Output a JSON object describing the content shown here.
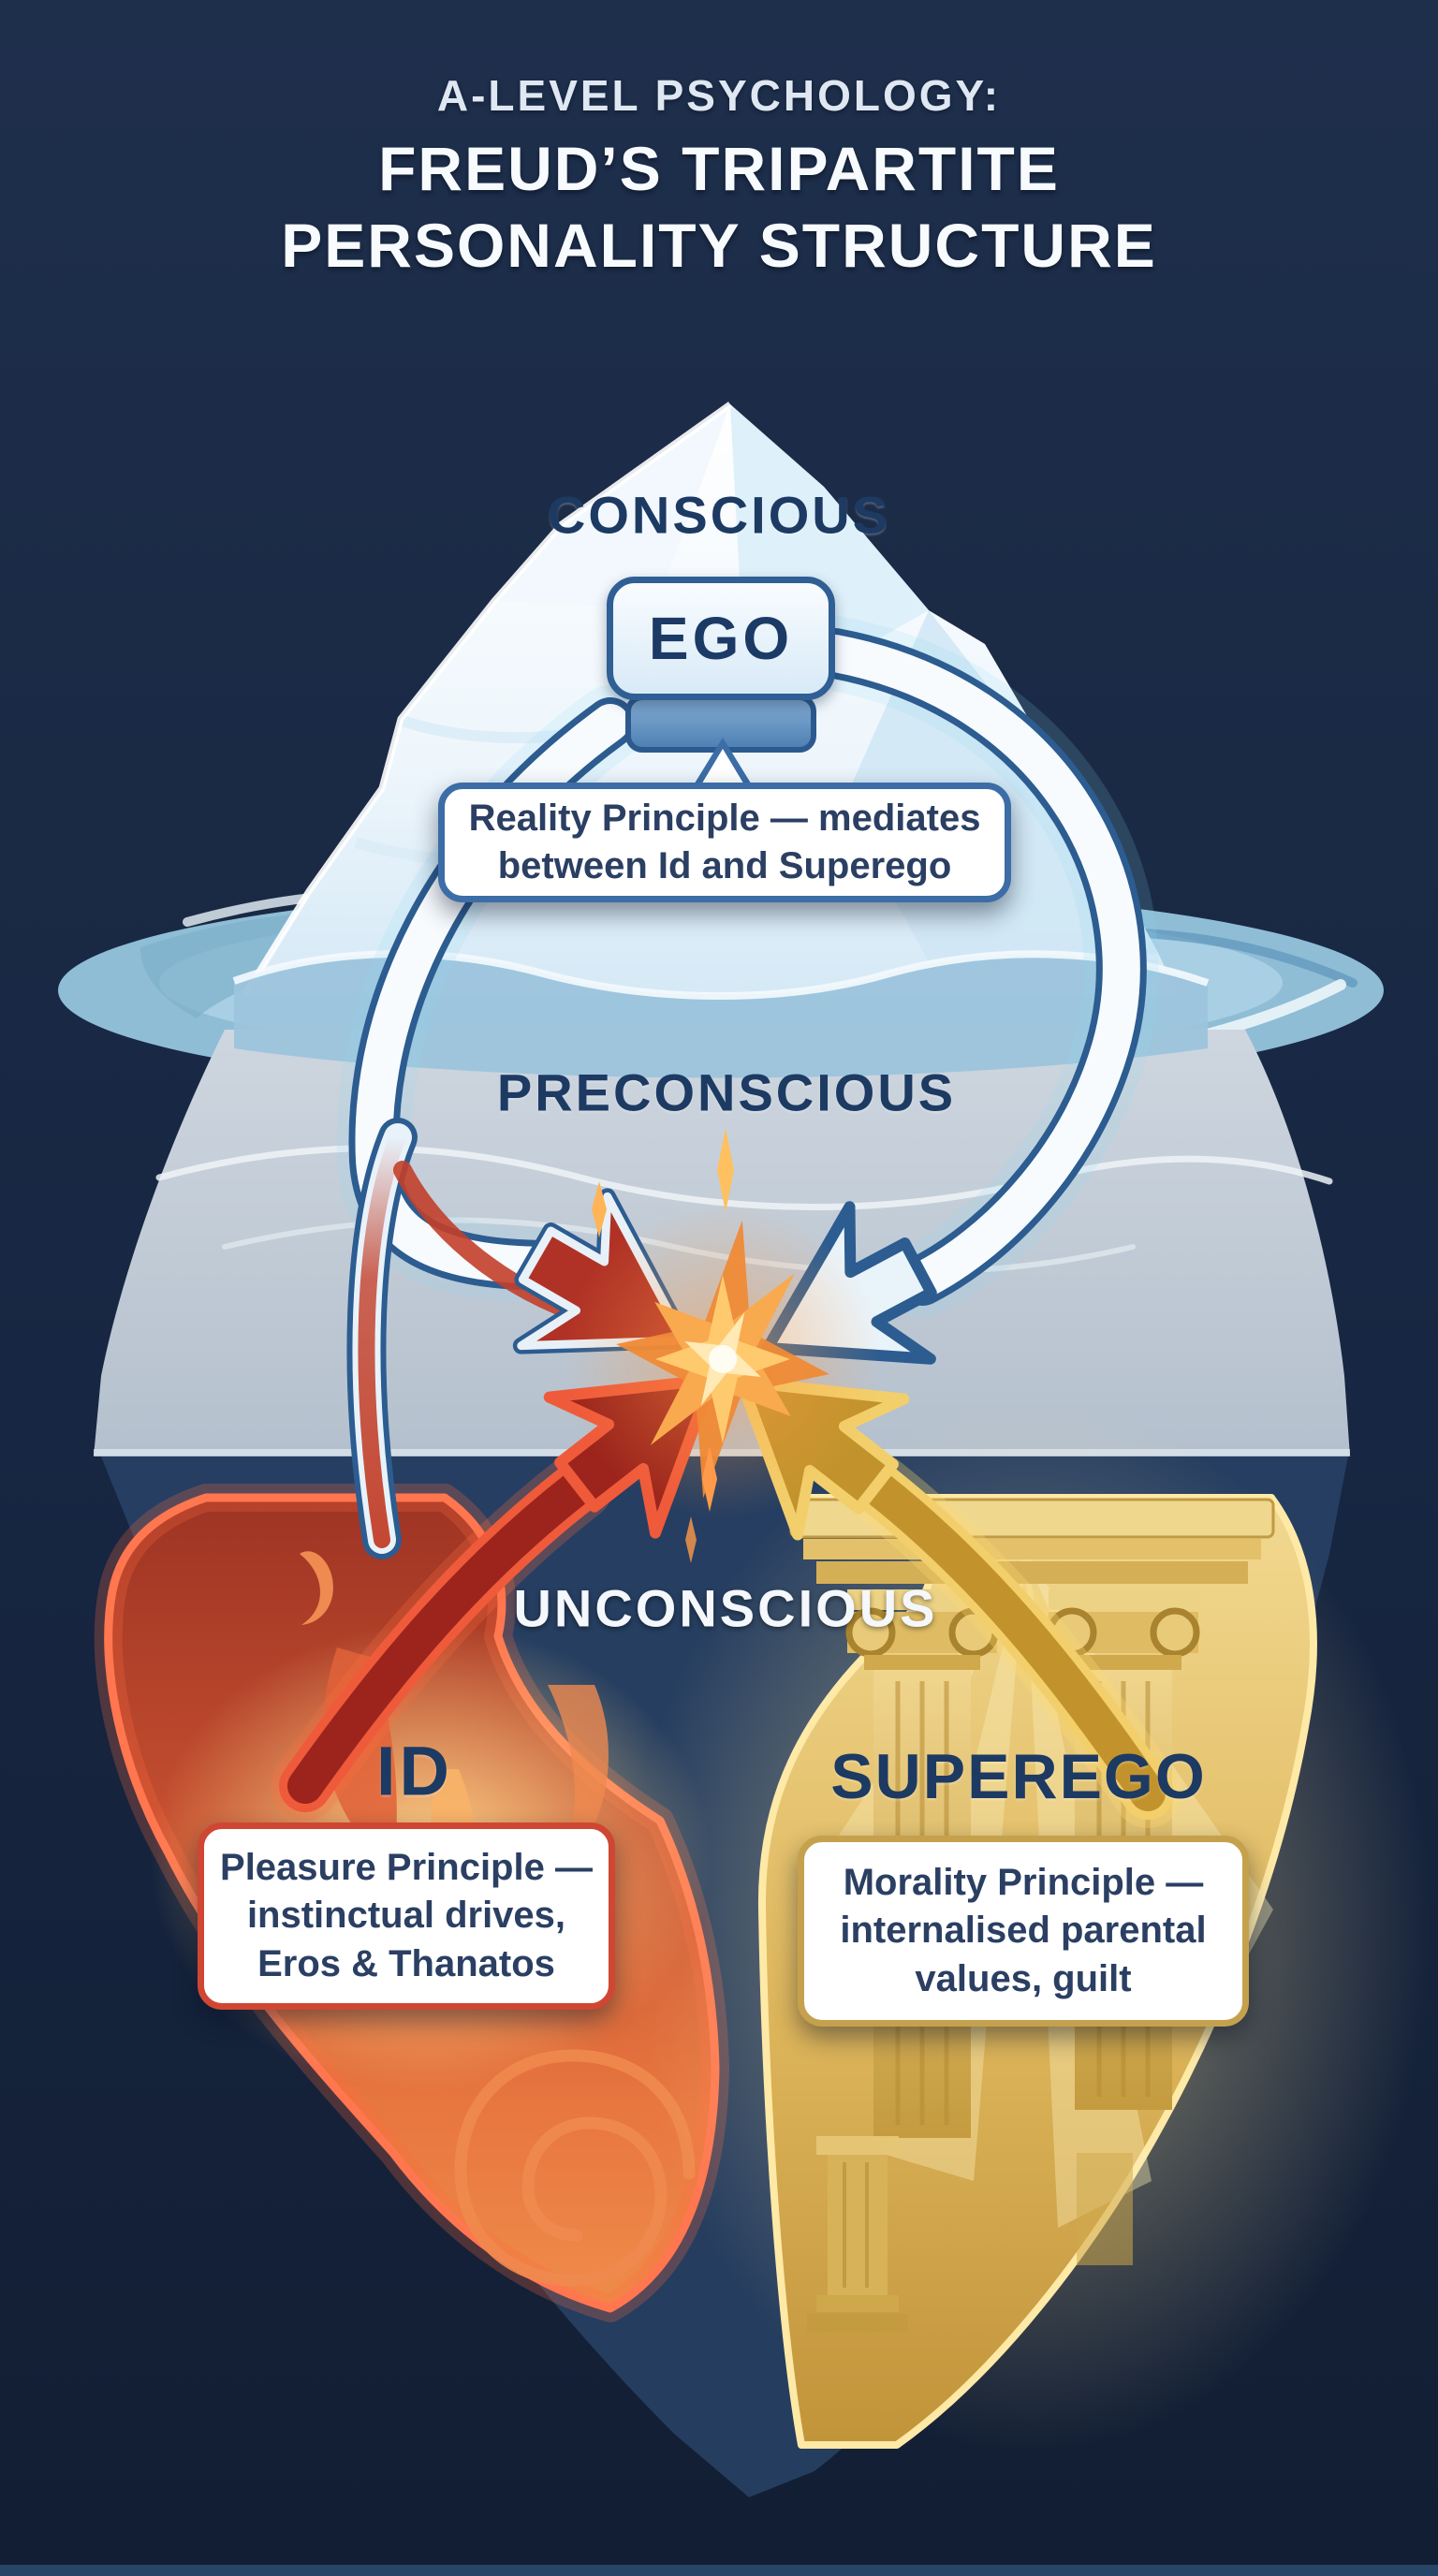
{
  "title": {
    "line1": "A-LEVEL PSYCHOLOGY:",
    "line2": "FREUD’S TRIPARTITE",
    "line3": "PERSONALITY STRUCTURE"
  },
  "levels": {
    "conscious": "CONSCIOUS",
    "preconscious": "PRECONSCIOUS",
    "unconscious": "UNCONSCIOUS"
  },
  "ego": {
    "label": "EGO",
    "callout_lines": [
      "Reality Principle — mediates",
      "between Id and Superego"
    ]
  },
  "id_agency": {
    "label": "ID",
    "callout_lines": [
      "Pleasure Principle —",
      "instinctual drives,",
      "Eros & Thanatos"
    ]
  },
  "superego": {
    "label": "SUPEREGO",
    "callout_lines": [
      "Morality Principle —",
      "internalised parental",
      "values, guilt"
    ]
  },
  "colors": {
    "background_navy": "#1a2a45",
    "ice_white": "#eef6fc",
    "water_blue": "#9ec7d8",
    "preconscious_grey": "#c4cdd8",
    "flame_orange": "#d95c33",
    "flame_outline": "#ff7a55",
    "gold": "#e2bd66",
    "gold_glow": "#ffe9a6",
    "arrow_red_fill": "#9c241c",
    "arrow_red_rim": "#ef5a3a",
    "arrow_gold_fill": "#c2932c",
    "arrow_gold_rim": "#f2cf6b",
    "arrow_white_fill": "#f3f9fd",
    "arrow_blue_rim": "#2c5c90",
    "burst_orange": "#f08a36",
    "label_navy": "#1d3a63",
    "unconscious_text": "#f4f7fb",
    "callout_border_blue": "#3c6da6",
    "callout_border_red": "#cf4732",
    "callout_border_gold": "#c6a14d"
  }
}
